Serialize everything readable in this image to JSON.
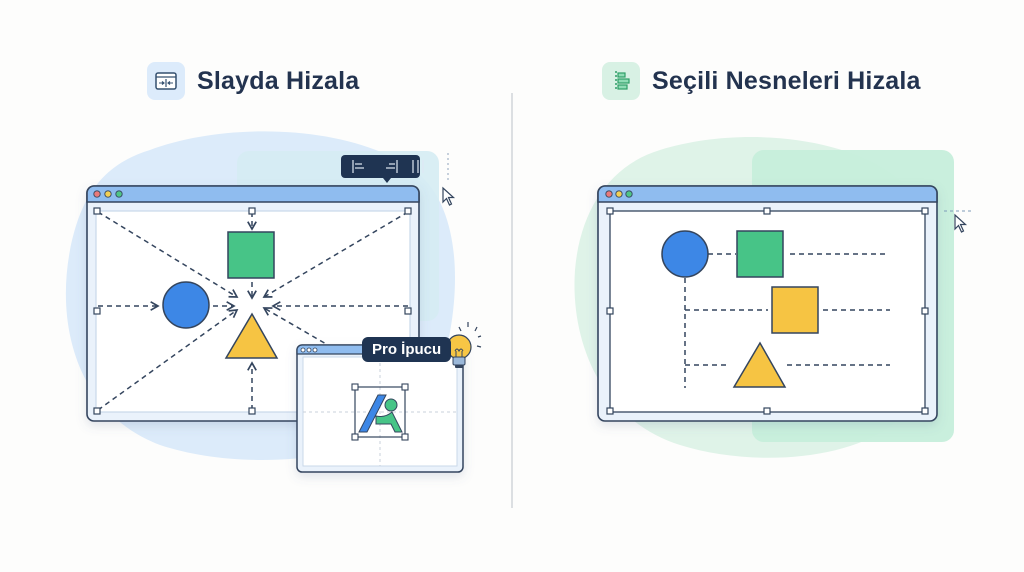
{
  "left_panel": {
    "title": "Slayda Hizala",
    "title_icon": "align-to-slide-icon",
    "toolbar": {
      "buttons": [
        {
          "name": "align-left",
          "icon": "align-left-icon"
        },
        {
          "name": "align-right",
          "icon": "align-right-icon"
        },
        {
          "name": "distribute-horizontal",
          "icon": "distribute-horizontal-icon"
        }
      ]
    },
    "shapes": [
      "green-square",
      "blue-circle",
      "yellow-triangle"
    ],
    "tip": {
      "label": "Pro İpucu",
      "icon": "lightbulb-icon"
    }
  },
  "right_panel": {
    "title": "Seçili Nesneleri Hizala",
    "title_icon": "align-objects-icon",
    "shapes": [
      "blue-circle",
      "green-square",
      "yellow-square",
      "yellow-triangle"
    ]
  },
  "colors": {
    "blue": "#3d87e6",
    "green": "#47c487",
    "yellow": "#f6c443",
    "navy": "#1f3452",
    "window_bar": "#8fbcef",
    "left_blob": "#dcebfa",
    "right_blob": "#dff3e8",
    "left_rect": "#d5ecf3",
    "right_rect": "#c6eedb"
  }
}
